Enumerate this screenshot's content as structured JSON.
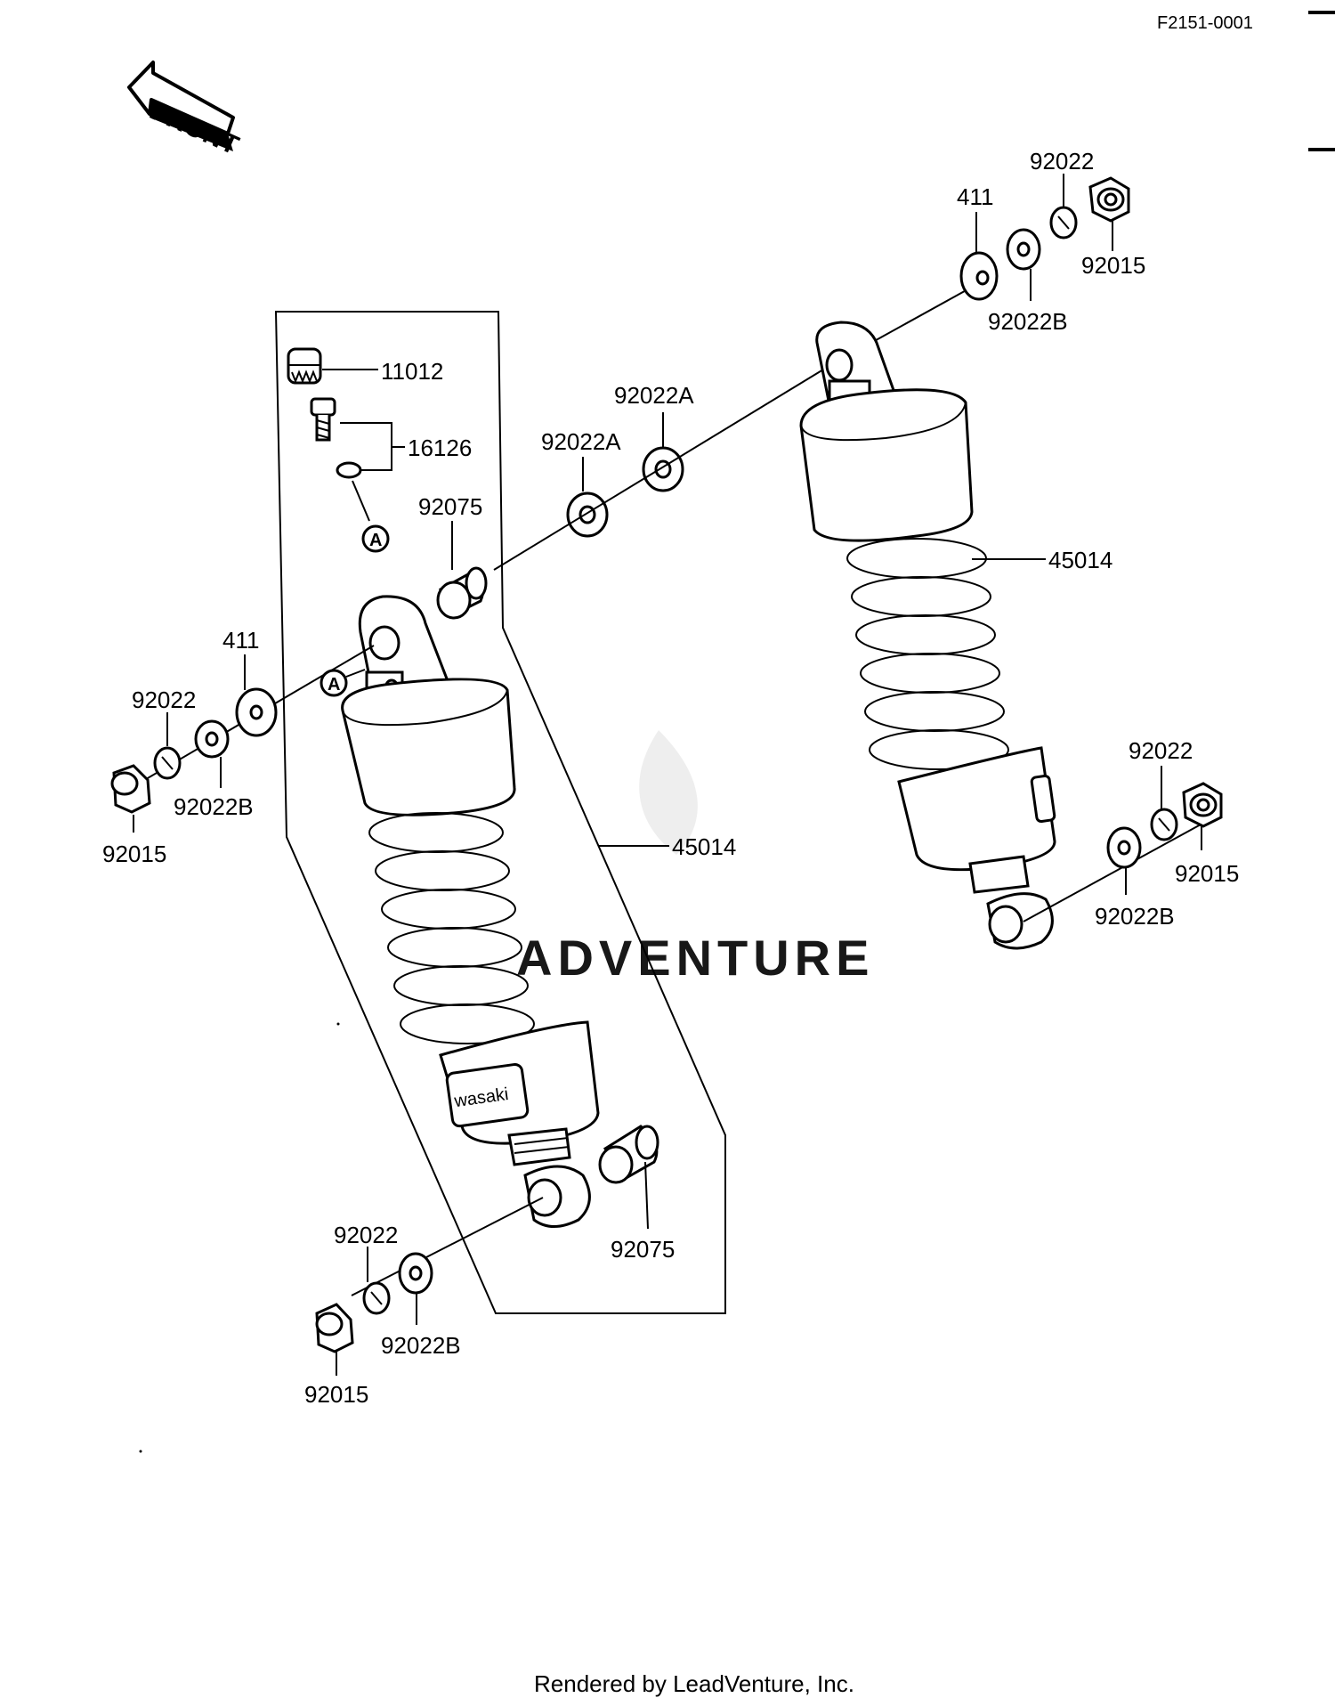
{
  "ref_code": "F2151-0001",
  "front_label": "FRONT",
  "watermark": "ADVENTURE",
  "footer": "Rendered by LeadVenture, Inc.",
  "left_assembly": {
    "labels": {
      "cap": "11012",
      "valve": "16126",
      "circle_a_top": "A",
      "circle_a_mount": "A",
      "bushing_top": "92075",
      "washer_411": "411",
      "washer_92022": "92022",
      "washer_92022b": "92022B",
      "nut_92015": "92015",
      "absorber": "45014",
      "bushing_bottom": "92075",
      "bottom_92022": "92022",
      "bottom_92022b": "92022B",
      "bottom_92015": "92015",
      "washer_a_left": "92022A",
      "washer_a_right": "92022A",
      "brand_text": "wasaki"
    }
  },
  "right_assembly": {
    "labels": {
      "top_411": "411",
      "top_92022": "92022",
      "top_92015": "92015",
      "top_92022b": "92022B",
      "absorber": "45014",
      "bottom_92022": "92022",
      "bottom_92015": "92015",
      "bottom_92022b": "92022B"
    }
  }
}
